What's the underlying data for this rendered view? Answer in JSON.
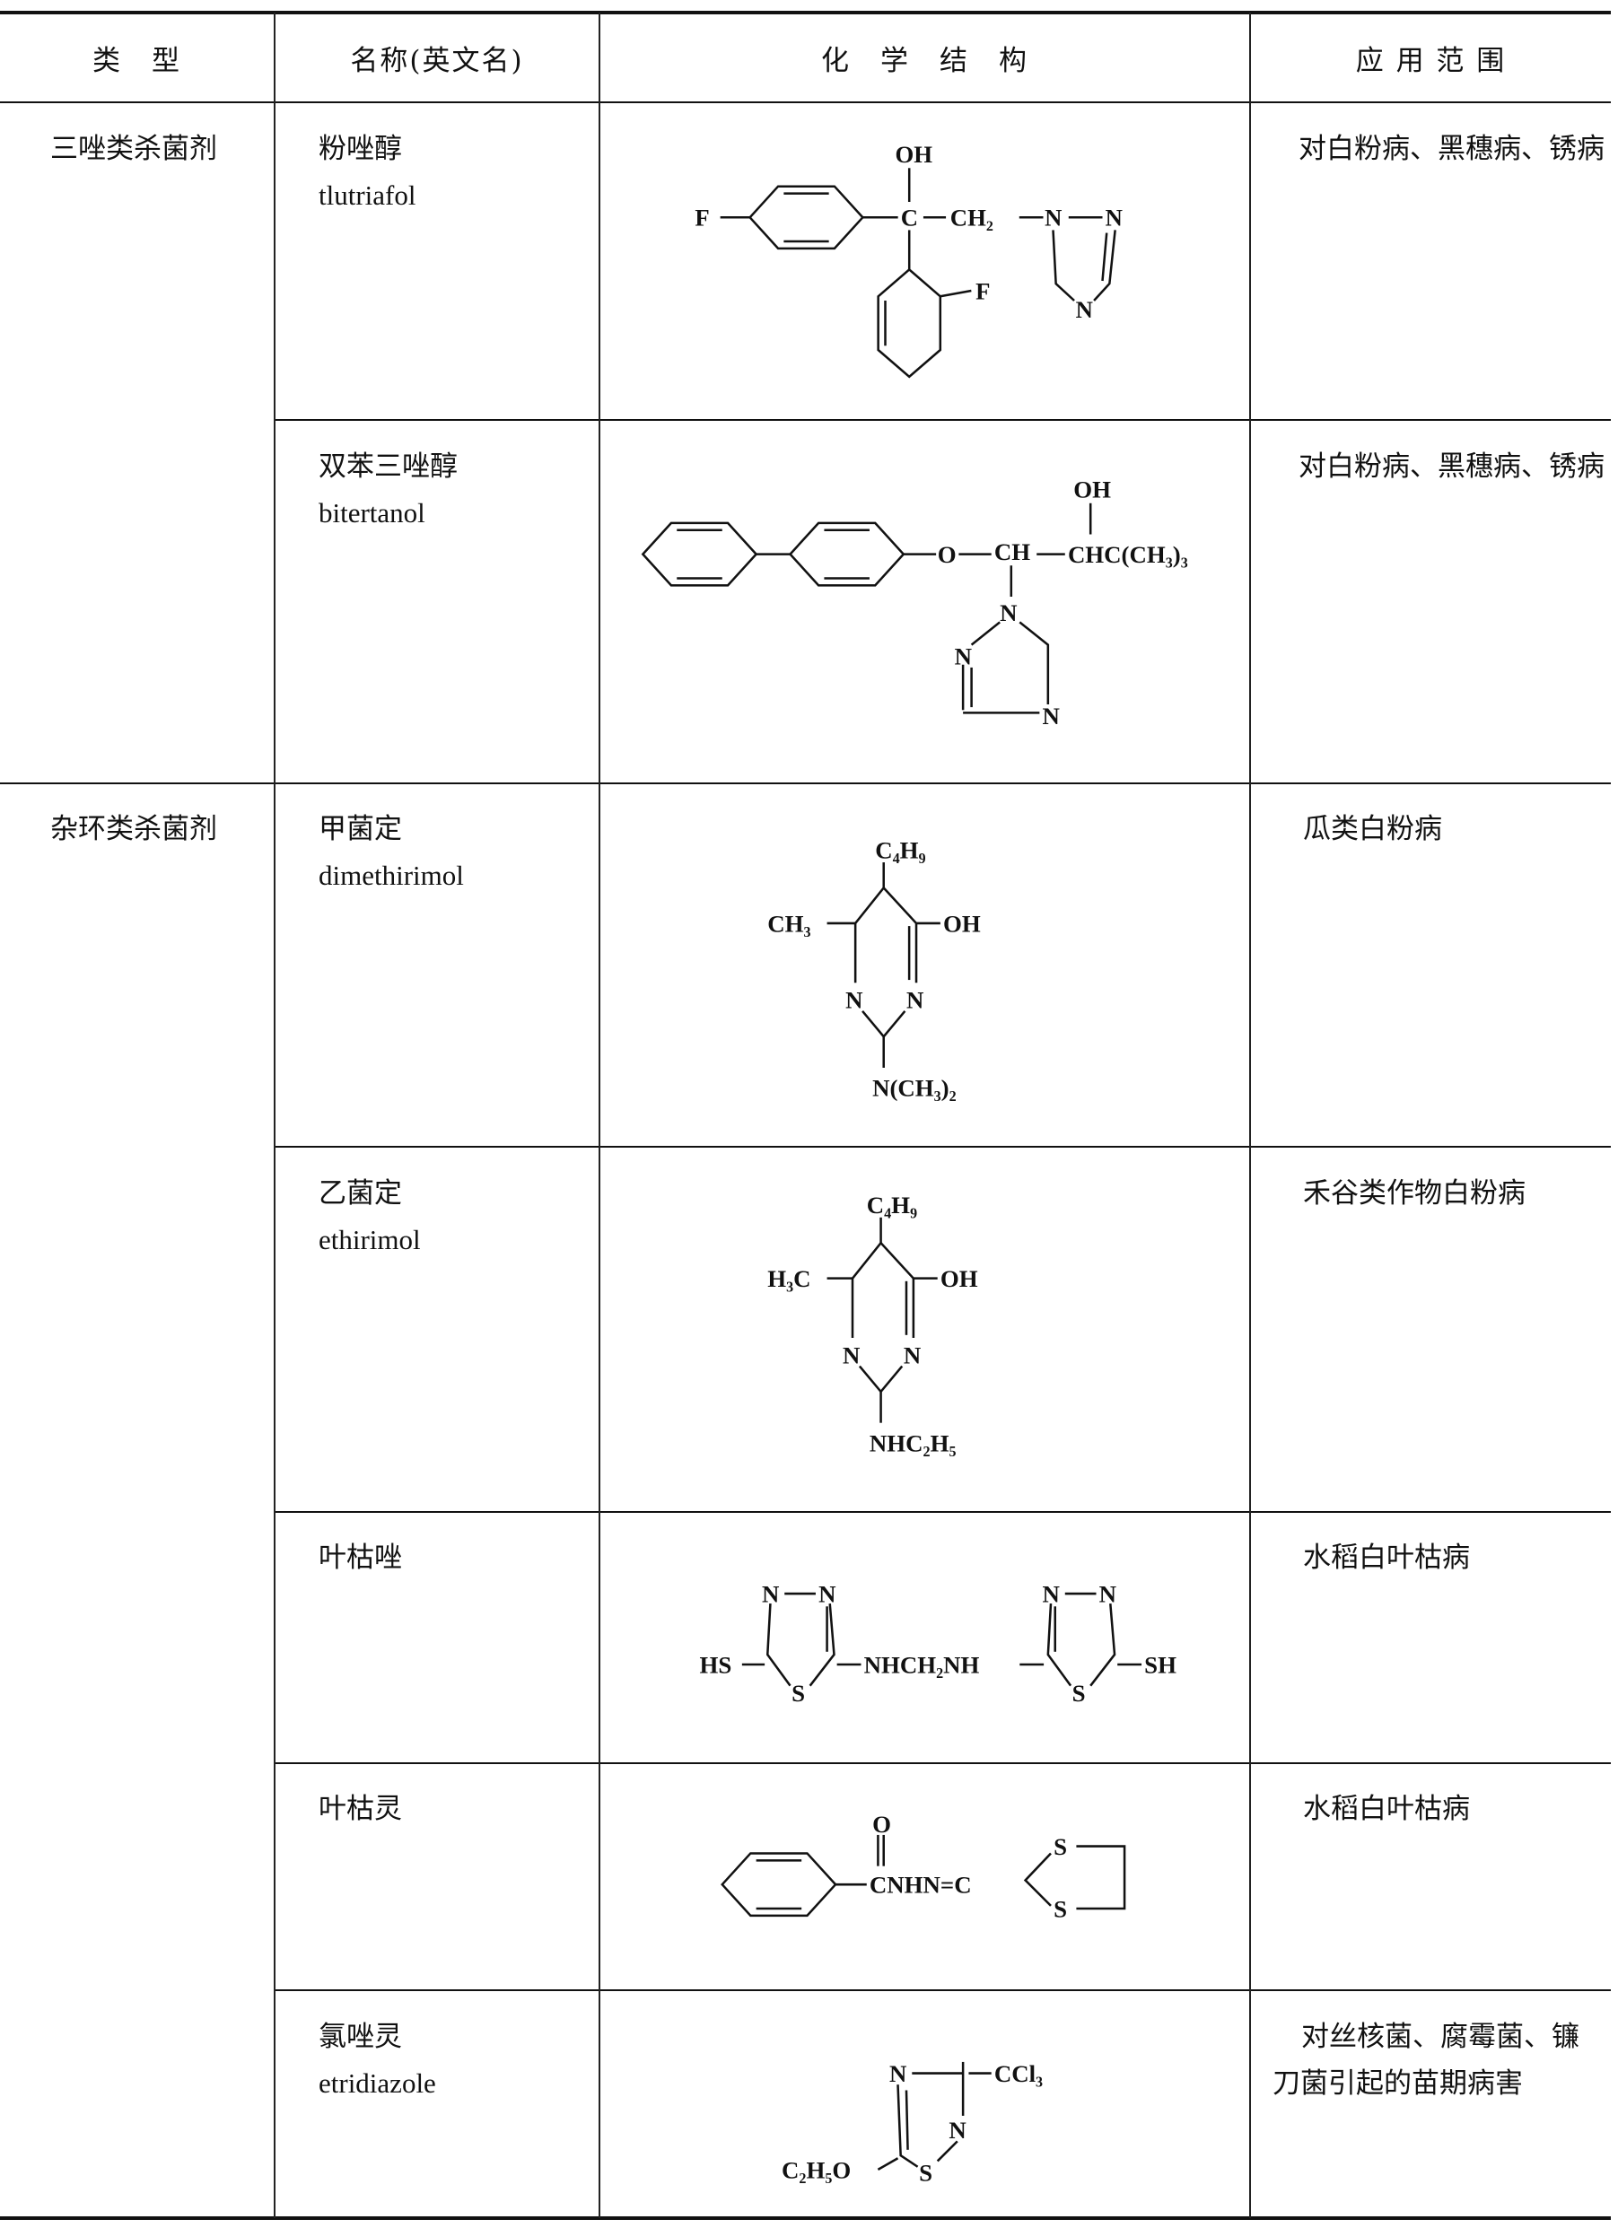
{
  "header": {
    "type": "类　型",
    "name": "名称(英文名)",
    "structure": "化　学　结　构",
    "application": "应 用 范 围"
  },
  "groups": [
    "三唑类杀菌剂",
    "杂环类杀菌剂"
  ],
  "rows": [
    {
      "name_cn": "粉唑醇",
      "name_en": "tlutriafol",
      "application": "对白粉病、黑穗病、锈病",
      "labels": {
        "oh": "OH",
        "f1": "F",
        "c": "C",
        "ch2": "CH₂",
        "n1": "N",
        "n2": "N",
        "n3": "N",
        "f2": "F"
      }
    },
    {
      "name_cn": "双苯三唑醇",
      "name_en": "bitertanol",
      "application": "对白粉病、黑穗病、锈病",
      "labels": {
        "o": "O",
        "ch": "CH",
        "chc": "CHC(CH₃)₃",
        "oh": "OH",
        "n1": "N",
        "n2": "N",
        "n3": "N"
      }
    },
    {
      "name_cn": "甲菌定",
      "name_en": "dimethirimol",
      "application": "瓜类白粉病",
      "labels": {
        "top": "C₄H₉",
        "left": "CH₃",
        "right": "OH",
        "n1": "N",
        "n2": "N",
        "bottom": "N(CH₃)₂"
      }
    },
    {
      "name_cn": "乙菌定",
      "name_en": "ethirimol",
      "application": "禾谷类作物白粉病",
      "labels": {
        "top": "C₄H₉",
        "left": "H₃C",
        "right": "OH",
        "n1": "N",
        "n2": "N",
        "bottom": "NHC₂H₅"
      }
    },
    {
      "name_cn": "叶枯唑",
      "name_en": "",
      "application": "水稻白叶枯病",
      "labels": {
        "hs": "HS",
        "n1": "N",
        "n2": "N",
        "s1": "S",
        "bridge": "NHCH₂NH",
        "n3": "N",
        "n4": "N",
        "s2": "S",
        "sh": "SH"
      }
    },
    {
      "name_cn": "叶枯灵",
      "name_en": "",
      "application": "水稻白叶枯病",
      "labels": {
        "o": "O",
        "chain": "CNHN=C",
        "s1": "S",
        "s2": "S"
      }
    },
    {
      "name_cn": "氯唑灵",
      "name_en": "etridiazole",
      "application": "对丝核菌、腐霉菌、镰刀菌引起的苗期病害",
      "labels": {
        "n1": "N",
        "ccl3": "CCl₃",
        "n2": "N",
        "s": "S",
        "oet": "C₂H₅O"
      }
    }
  ]
}
